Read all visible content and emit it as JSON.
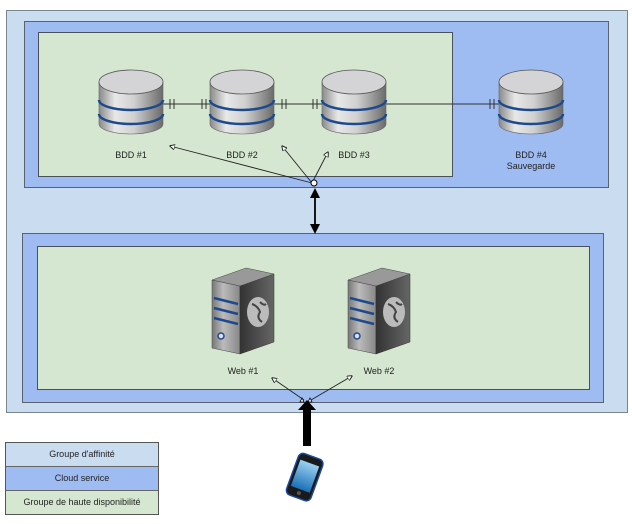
{
  "diagram": {
    "groups": {
      "affinity_group": "Groupe d'affinité",
      "cloud_service": "Cloud service",
      "high_availability_group": "Groupe de haute disponibilité"
    },
    "databases": [
      {
        "label": "BDD #1"
      },
      {
        "label": "BDD #2"
      },
      {
        "label": "BDD #3"
      },
      {
        "label": "BDD #4",
        "sublabel": "Sauvegarde"
      }
    ],
    "web_servers": [
      {
        "label": "Web #1"
      },
      {
        "label": "Web #2"
      }
    ],
    "client": "mobile-phone",
    "colors": {
      "affinity": "#cadcf0",
      "cloud_service": "#9fbcf2",
      "high_availability": "#d5e7d0",
      "db_stripe": "#1d4a8c"
    }
  },
  "legend": {
    "items": [
      {
        "label": "Groupe d'affinité",
        "color": "#cadcf0"
      },
      {
        "label": "Cloud service",
        "color": "#9fbcf2"
      },
      {
        "label": "Groupe de haute disponibilité",
        "color": "#d5e7d0"
      }
    ]
  }
}
